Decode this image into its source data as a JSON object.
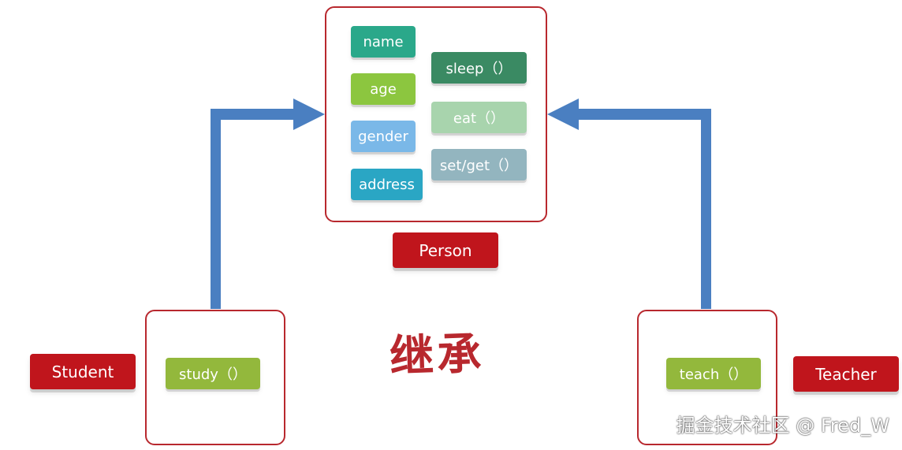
{
  "person": {
    "label": "Person",
    "fields": [
      "name",
      "age",
      "gender",
      "address"
    ],
    "methods": [
      "sleep（）",
      "eat（）",
      "set/get（）"
    ]
  },
  "student": {
    "label": "Student",
    "method": "study（）"
  },
  "teacher": {
    "label": "Teacher",
    "method": "teach（）"
  },
  "center_title": "继承",
  "watermark": "掘金技术社区 @ Fred_W",
  "colors": {
    "frame": "#b8282e",
    "label_bg": "#c0151c",
    "arrow": "#4a7fc1",
    "name": "#2aa88a",
    "age": "#8cc63f",
    "gender": "#7ab8e8",
    "address": "#2aa6c4",
    "sleep": "#3a8a63",
    "eat": "#a8d4ad",
    "setget": "#93b5bf",
    "study": "#93b83c",
    "teach": "#93b83c"
  }
}
